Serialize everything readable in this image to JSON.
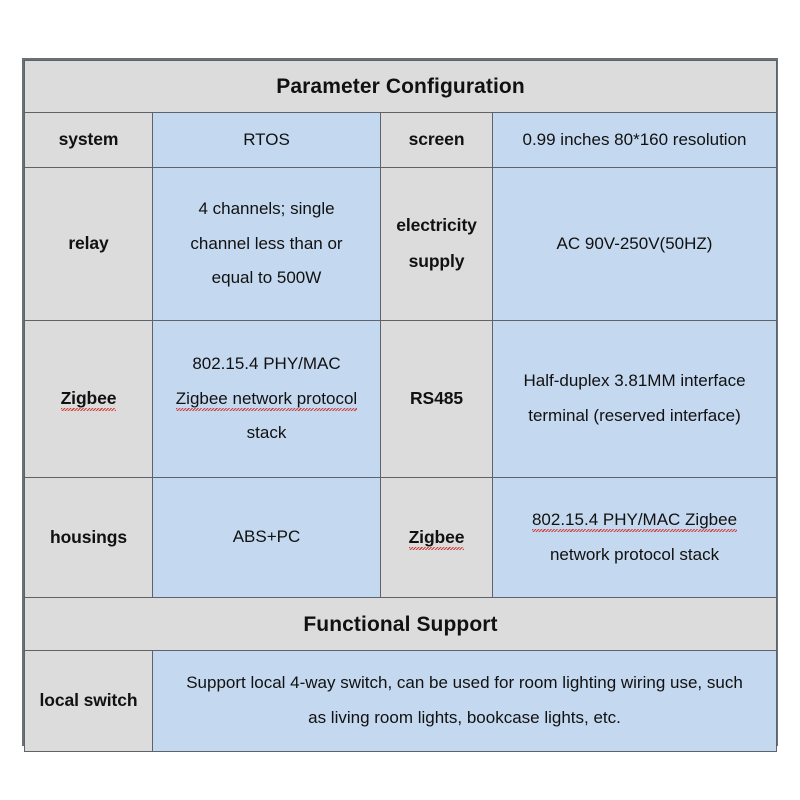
{
  "sheet": {
    "colors": {
      "fill_blue": "#c4d8ef",
      "fill_grey": "#dcdcdc",
      "border": "#5f6369",
      "outer_border": "#6b6f78",
      "text": "#111111",
      "spellcheck_underline": "#d2322d"
    },
    "sections": [
      {
        "title": "Parameter Configuration"
      },
      {
        "title": "Functional Support"
      }
    ],
    "rows": [
      {
        "label_left": "system",
        "value_left": "RTOS",
        "label_right": "screen",
        "value_right": "0.99 inches 80*160 resolution"
      },
      {
        "label_left": "relay",
        "value_left_lines": [
          "4 channels; single",
          "channel less than or",
          "equal to 500W"
        ],
        "label_right_lines": [
          "electricity",
          "supply"
        ],
        "value_right": "AC 90V-250V(50HZ)"
      },
      {
        "label_left": "Zigbee",
        "value_left_lines": [
          "802.15.4 PHY/MAC",
          "Zigbee network protocol",
          "stack"
        ],
        "label_right": "RS485",
        "value_right_lines": [
          "Half-duplex 3.81MM interface",
          "terminal (reserved interface)"
        ]
      },
      {
        "label_left": "housings",
        "value_left": "ABS+PC",
        "label_right": "Zigbee",
        "value_right_lines": [
          "802.15.4 PHY/MAC Zigbee",
          "network protocol stack"
        ]
      },
      {
        "label_left": "local switch",
        "value_left_lines": [
          "Support local 4-way switch, can be used for room lighting wiring use, such",
          "as living room lights, bookcase lights, etc."
        ]
      }
    ]
  }
}
